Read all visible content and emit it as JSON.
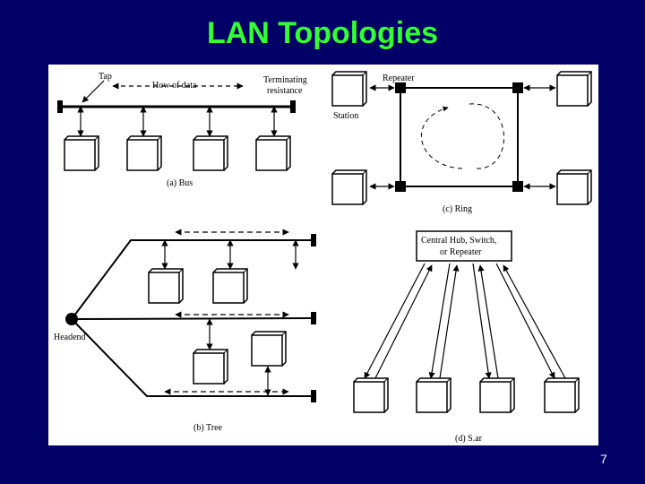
{
  "slide": {
    "title": "LAN Topologies",
    "page_number": "7",
    "colors": {
      "background": "#000066",
      "title": "#33ff33",
      "panel": "#ffffff"
    }
  },
  "diagram": {
    "bus": {
      "caption": "(a) Bus",
      "tap_label": "Tap",
      "flow_label": "How of data",
      "terminator_label_line1": "Terminating",
      "terminator_label_line2": "resistance"
    },
    "ring": {
      "caption": "(c) Ring",
      "repeater_label": "Repeater",
      "station_label": "Station"
    },
    "tree": {
      "caption": "(b) Tree",
      "headend_label": "Headend"
    },
    "star": {
      "caption": "(d) S.ar",
      "hub_label_line1": "Central Hub, Switch,",
      "hub_label_line2": "or Repeater"
    }
  }
}
